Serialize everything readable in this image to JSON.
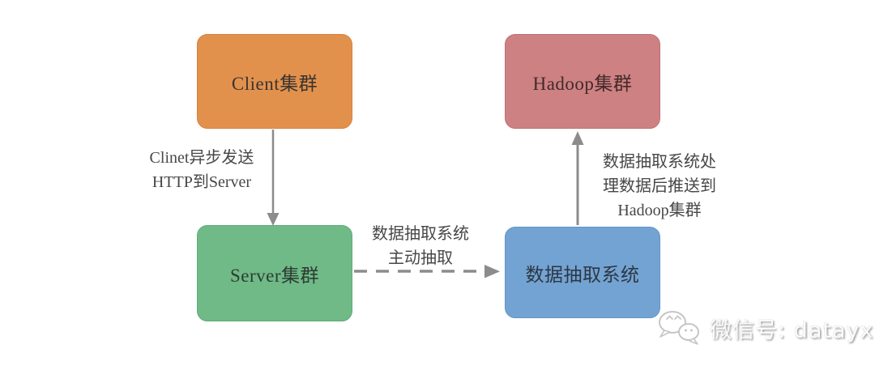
{
  "diagram": {
    "nodes": {
      "client": {
        "label": "Client集群",
        "color": "#E2914D"
      },
      "hadoop": {
        "label": "Hadoop集群",
        "color": "#CD8182"
      },
      "server": {
        "label": "Server集群",
        "color": "#6FBA87"
      },
      "extractor": {
        "label": "数据抽取系统",
        "color": "#73A3D2"
      }
    },
    "edges": {
      "client_to_server": {
        "label": "Clinet异步发送\nHTTP到Server",
        "style": "solid",
        "direction": "down"
      },
      "server_to_extractor": {
        "label": "数据抽取系统\n主动抽取",
        "style": "dashed",
        "direction": "right"
      },
      "extractor_to_hadoop": {
        "label": "数据抽取系统处\n理数据后推送到\nHadoop集群",
        "style": "solid",
        "direction": "up"
      }
    },
    "arrow_color": "#8C8C8C"
  },
  "watermark": {
    "icon": "wechat-icon",
    "text": "微信号: datayx"
  }
}
